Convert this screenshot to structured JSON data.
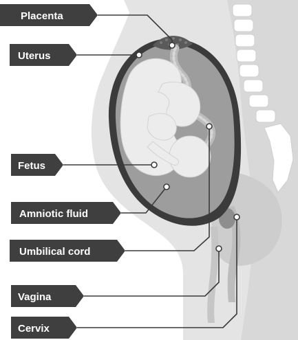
{
  "diagram": {
    "labels": {
      "placenta": "Placenta",
      "uterus": "Uterus",
      "fetus": "Fetus",
      "amniotic_fluid": "Amniotic fluid",
      "umbilical_cord": "Umbilical cord",
      "vagina": "Vagina",
      "cervix": "Cervix"
    },
    "colors": {
      "label_box": "#3f3f3f",
      "label_text": "#ffffff",
      "body": "#e3e3e3",
      "uterus_wall": "#3b3b3b",
      "amniotic": "#9c9c9c",
      "fetus": "#ececec",
      "spine": "#ffffff",
      "leader": "#3a3a3a"
    }
  }
}
